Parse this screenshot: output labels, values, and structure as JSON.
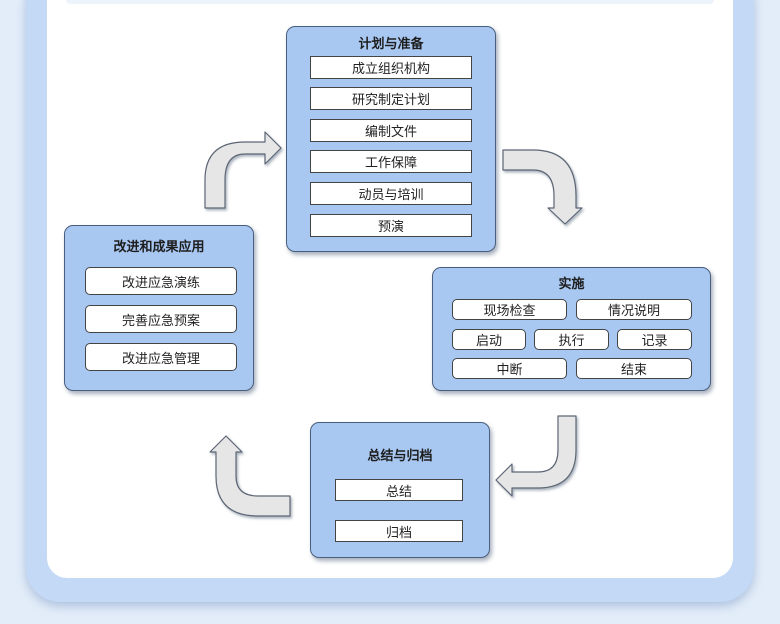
{
  "plan": {
    "title": "计划与准备",
    "items": [
      "成立组织机构",
      "研究制定计划",
      "编制文件",
      "工作保障",
      "动员与培训",
      "预演"
    ]
  },
  "implement": {
    "title": "实施",
    "row1": [
      "现场检查",
      "情况说明"
    ],
    "row2": [
      "启动",
      "执行",
      "记录"
    ],
    "row3": [
      "中断",
      "结束"
    ]
  },
  "summary": {
    "title": "总结与归档",
    "items": [
      "总结",
      "归档"
    ]
  },
  "improve": {
    "title": "改进和成果应用",
    "items": [
      "改进应急演练",
      "完善应急预案",
      "改进应急管理"
    ]
  },
  "colors": {
    "panel": "#a8c8f2",
    "arrow": "#e6e6e6",
    "frame": "#c3d9f6"
  }
}
